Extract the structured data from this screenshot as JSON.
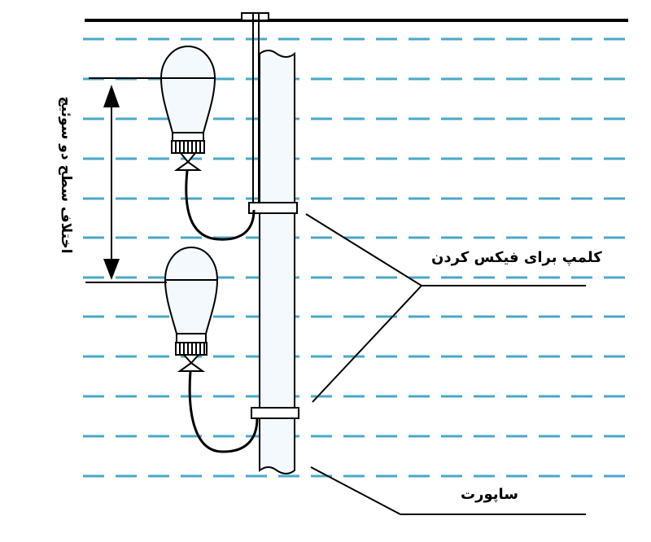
{
  "labels": {
    "clamp": "کلمپ برای فیکس کردن",
    "support": "ساپورت",
    "level_difference": "اختلاف سطح دو سوئیچ"
  },
  "colors": {
    "water_dash": "#4aa8c8",
    "line": "#000000",
    "pipe_fill": "#f4f9fd",
    "float_fill": "#f4f9fd"
  },
  "icons": {
    "float": "float-switch-icon",
    "arrow": "double-arrow-icon"
  }
}
